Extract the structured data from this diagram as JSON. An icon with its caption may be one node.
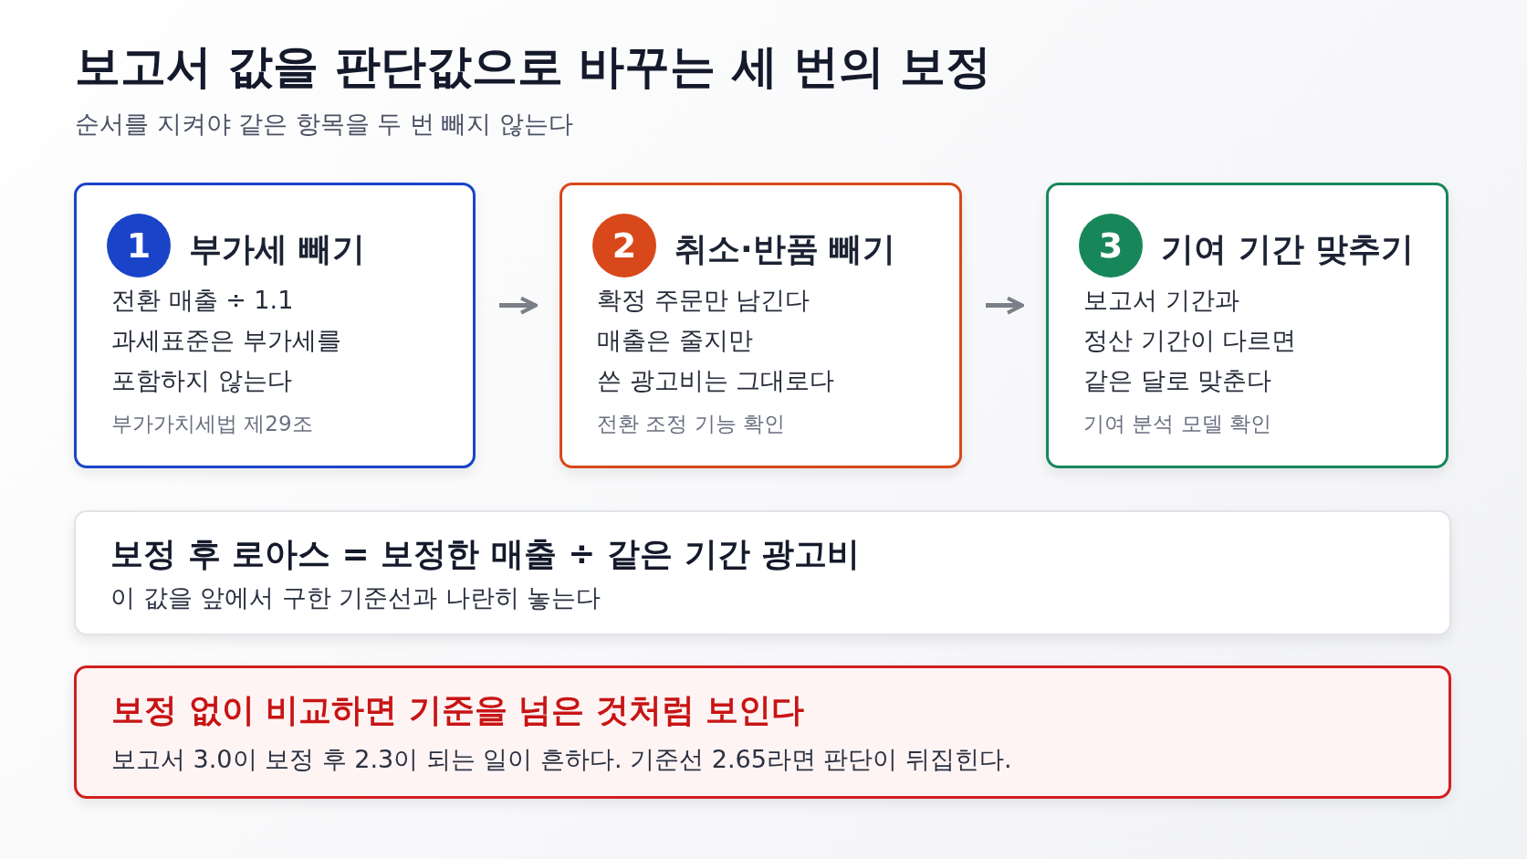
{
  "diagram": {
    "title": "보고서 값을 판단값으로 바꾸는 세 번의 보정",
    "nodes": [
      {
        "text": [
          "부가세 빼기",
          "전환 매출 ÷ 1.1",
          "과세표준은 부가세를",
          "포함하지 않는다",
          "부가가치세법 제29조"
        ]
      },
      {
        "text": [
          "1"
        ],
        "in": 0
      },
      {
        "text": [
          "취소·반품 빼기",
          "확정 주문만 남긴다",
          "매출은 줄지만",
          "쓴 광고비는 그대로다",
          "전환 조정 기능 확인"
        ]
      },
      {
        "text": [
          "2"
        ],
        "in": 2
      },
      {
        "text": [
          "기여 기간 맞추기",
          "보고서 기간과",
          "정산 기간이 다르면",
          "같은 달로 맞춘다",
          "기여 분석 모델 확인"
        ]
      },
      {
        "text": [
          "3"
        ],
        "in": 4
      },
      {
        "text": [
          "보정 후 로아스 = 보정한 매출 ÷ 같은 기간 광고비",
          "이 값을 앞에서 구한 기준선과 나란히 놓는다"
        ]
      },
      {
        "text": [
          "보정 없이 비교하면 기준을 넘은 것처럼 보인다",
          "보고서 3.0이 보정 후 2.3이 되는 일이 흔하다. 기준선 2.65라면 판단이 뒤집힌다."
        ]
      }
    ],
    "edges": [
      {
        "from": 0,
        "to": 2,
        "arrow": "to"
      },
      {
        "from": 2,
        "to": 4,
        "arrow": "to"
      }
    ],
    "labels": [
      "순서를 지켜야 같은 항목을 두 번 빼지 않는다"
    ]
  }
}
